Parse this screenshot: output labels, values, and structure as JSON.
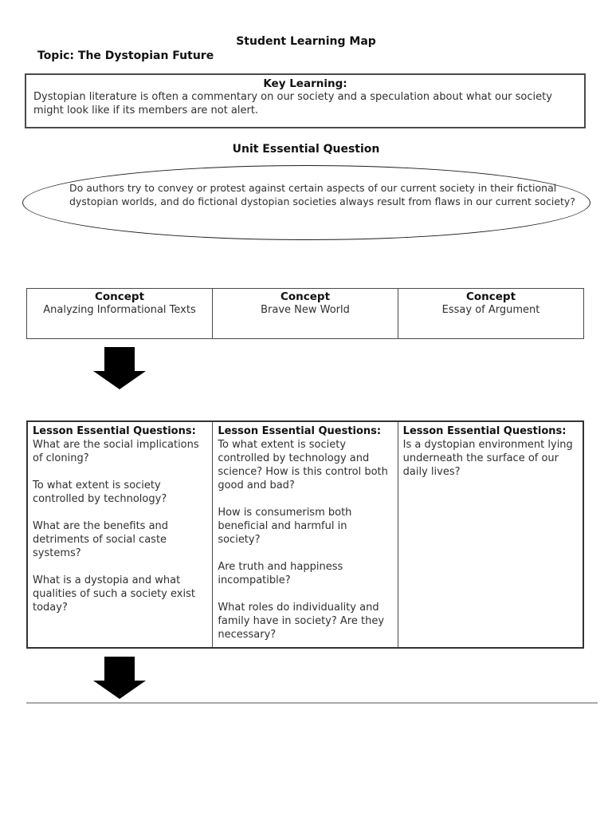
{
  "page": {
    "title": "Student Learning Map",
    "topic_label": "Topic:",
    "topic_value": "The Dystopian Future"
  },
  "key_learning": {
    "heading": "Key Learning:",
    "body": "Dystopian literature is often a commentary on our society and a speculation about what our society might look like if its members are not alert."
  },
  "unit_essential_question": {
    "heading": "Unit Essential Question",
    "question": "Do authors try to convey or protest against certain aspects of our current society in their fictional dystopian worlds, and do fictional dystopian societies always result from flaws in our current society?"
  },
  "concepts": {
    "items": [
      {
        "heading": "Concept",
        "value": "Analyzing Informational Texts"
      },
      {
        "heading": "Concept",
        "value": "Brave New World"
      },
      {
        "heading": "Concept",
        "value": "Essay of Argument"
      }
    ]
  },
  "lesson_questions": {
    "columns": [
      {
        "heading": "Lesson Essential Questions:",
        "questions": [
          "What are the social implications of cloning?",
          "To what extent is society controlled by technology?",
          "What are the benefits and detriments of social caste systems?",
          "What is a dystopia and what qualities of such a society exist today?"
        ]
      },
      {
        "heading": "Lesson Essential Questions:",
        "questions": [
          "To what extent is society controlled by technology and science? How is this control both good and bad?",
          "How is consumerism both beneficial and harmful in society?",
          "Are truth and happiness incompatible?",
          "What roles do individuality and family have in society? Are they necessary?"
        ]
      },
      {
        "heading": "Lesson Essential Questions:",
        "questions": [
          "Is a dystopian environment lying underneath the surface of our daily lives?"
        ]
      }
    ]
  },
  "colors": {
    "arrow": "#000000",
    "border_dark": "#4a4a4a",
    "rule_gray": "#a8a8a8"
  }
}
